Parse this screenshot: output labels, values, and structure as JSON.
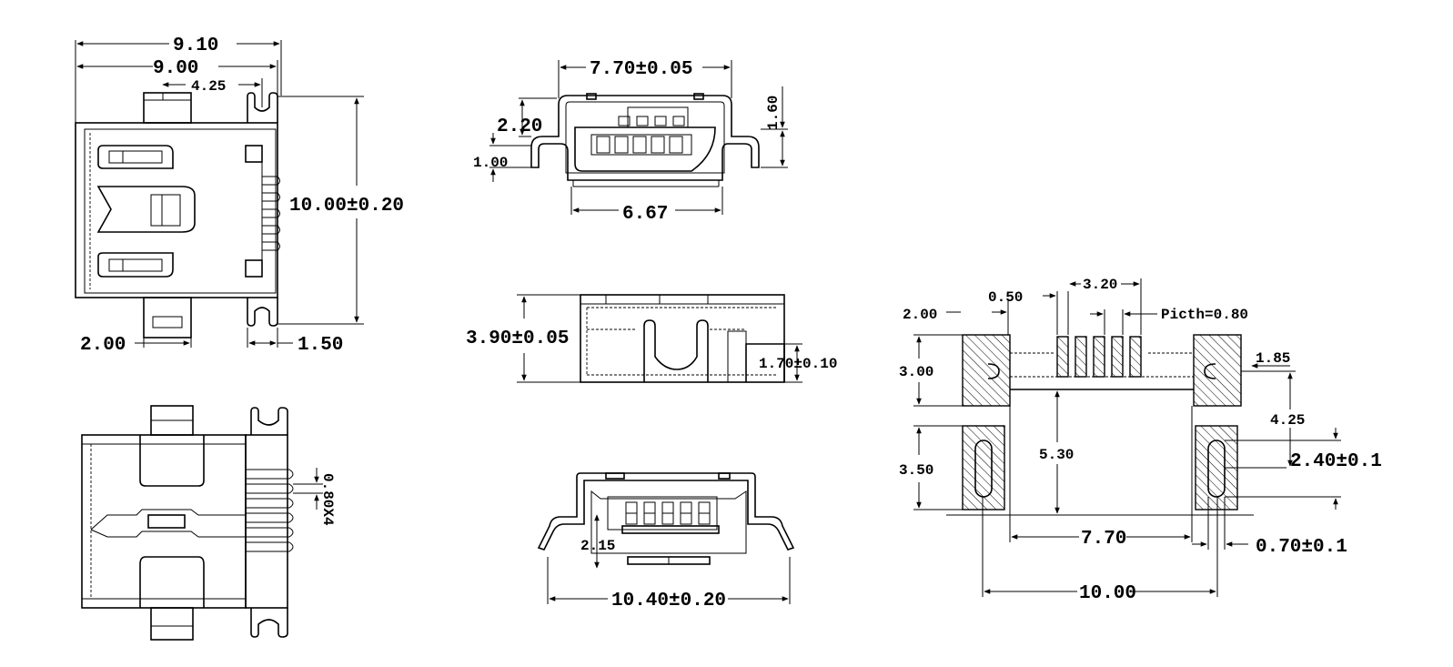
{
  "top_view": {
    "dim_overall_outer": "9.10",
    "dim_overall_inner": "9.00",
    "dim_tab_offset": "4.25",
    "dim_height": "10.00±0.20",
    "dim_tab_width": "2.00",
    "dim_rear_tab": "1.50"
  },
  "front_view": {
    "dim_opening_width": "7.70±0.05",
    "dim_depth": "2.20",
    "dim_right_height": "1.60",
    "dim_lead": "1.00",
    "dim_inner_width": "6.67"
  },
  "side_view": {
    "dim_height": "3.90±0.05",
    "dim_lead_height": "1.70±0.10"
  },
  "bottom_view": {
    "dim_pin_spec": "0.80X4"
  },
  "rear_view": {
    "dim_standoff": "2.15",
    "dim_total_width": "10.40±0.20"
  },
  "footprint": {
    "dim_pad_width": "2.00",
    "dim_pin_width": "0.50",
    "dim_pin_span": "3.20",
    "dim_pitch": "Picth=0.80",
    "dim_pad_height": "3.00",
    "dim_right_offset": "1.85",
    "dim_center_to_slot": "4.25",
    "dim_slot_pad_height": "3.50",
    "dim_slot_length": "2.40±0.1",
    "dim_row_spacing": "5.30",
    "dim_slot_spacing": "7.70",
    "dim_slot_width": "0.70±0.1",
    "dim_outer_spacing": "10.00"
  }
}
